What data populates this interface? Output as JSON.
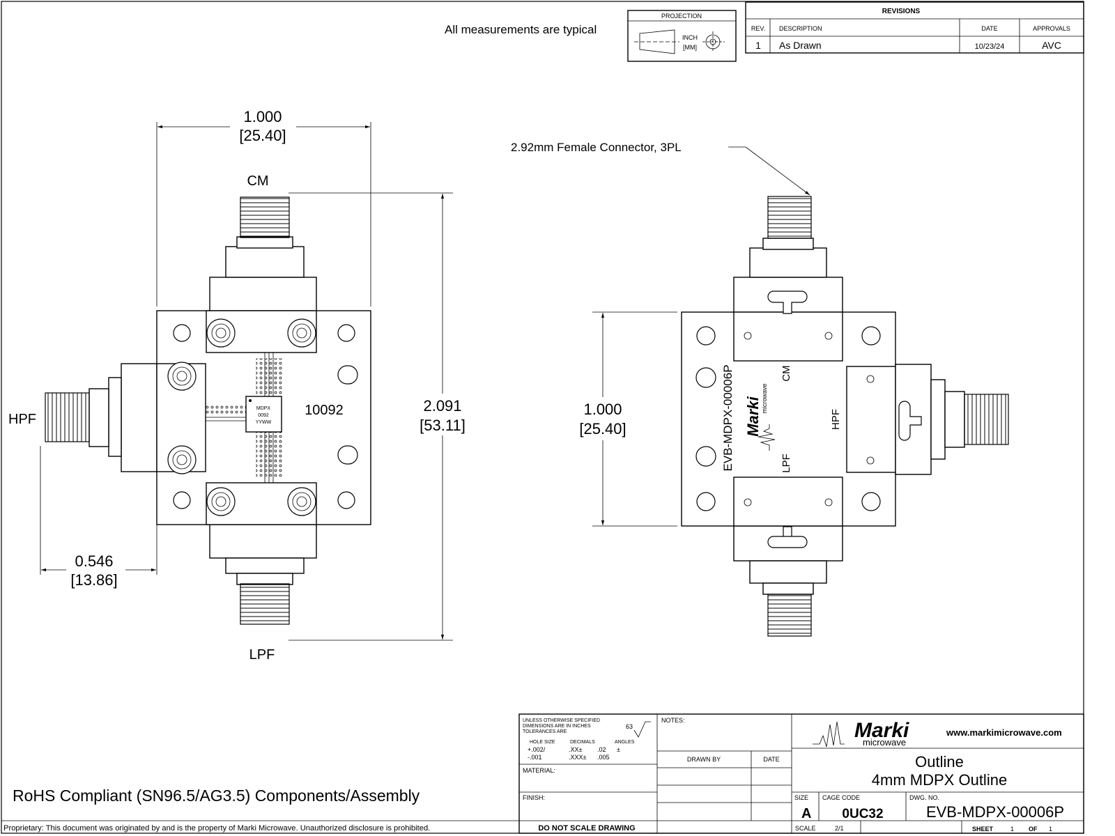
{
  "header": {
    "note": "All measurements are typical",
    "projection_title": "PROJECTION",
    "projection_inch": "INCH",
    "projection_mm": "[MM]"
  },
  "revisions": {
    "title": "REVISIONS",
    "columns": [
      "REV.",
      "DESCRIPTION",
      "DATE",
      "APPROVALS"
    ],
    "rows": [
      [
        "1",
        "As Drawn",
        "10/23/24",
        "AVC"
      ]
    ]
  },
  "left_view": {
    "width_in": "1.000",
    "width_mm": "[25.40]",
    "height_in": "2.091",
    "height_mm": "[53.11]",
    "offset_in": "0.546",
    "offset_mm": "[13.86]",
    "port_top": "CM",
    "port_left": "HPF",
    "port_bottom": "LPF",
    "part_number": "10092",
    "chip_lines": [
      "MDPX",
      "0092",
      "YYWW"
    ]
  },
  "right_view": {
    "connector_note": "2.92mm Female Connector, 3PL",
    "width_in": "1.000",
    "width_mm": "[25.40]",
    "engraving": "EVB-MDPX-00006P",
    "logo": "Marki",
    "logo_sub": "microwave",
    "label_cm": "CM",
    "label_lpf": "LPF",
    "label_hpf": "HPF"
  },
  "footer": {
    "rohs": "RoHS Compliant (SN96.5/AG3.5) Components/Assembly",
    "proprietary": "Proprietary:  This document was originated by and is the property of Marki Microwave.  Unauthorized disclosure is prohibited."
  },
  "title_block": {
    "tol_lines": [
      "UNLESS OTHERWISE SPECIFIED",
      "DIMENSIONS ARE IN INCHES",
      "TOLERANCES ARE"
    ],
    "tol_heads": [
      "HOLE SIZE",
      "DECIMALS",
      "ANGLES"
    ],
    "tol_row1": [
      "+.002/",
      ".XX±",
      ".02",
      "±"
    ],
    "tol_row2": [
      "-.001",
      ".XXX±",
      ".005"
    ],
    "finish_mark": "63",
    "notes": "NOTES:",
    "material": "MATERIAL:",
    "finish": "FINISH:",
    "drawn_by": "DRAWN BY",
    "date": "DATE",
    "do_not_scale": "DO NOT SCALE DRAWING",
    "logo": "Marki",
    "logo_sub": "microwave",
    "website": "www.markimicrowave.com",
    "title1": "Outline",
    "title2": "4mm MDPX Outline",
    "size_label": "SIZE",
    "size": "A",
    "cage_label": "CAGE CODE",
    "cage": "0UC32",
    "dwg_label": "DWG. NO.",
    "dwg": "EVB-MDPX-00006P",
    "scale_label": "SCALE",
    "scale": "2/1",
    "sheet_label": "SHEET",
    "sheet": "1",
    "of_label": "OF",
    "of": "1"
  }
}
